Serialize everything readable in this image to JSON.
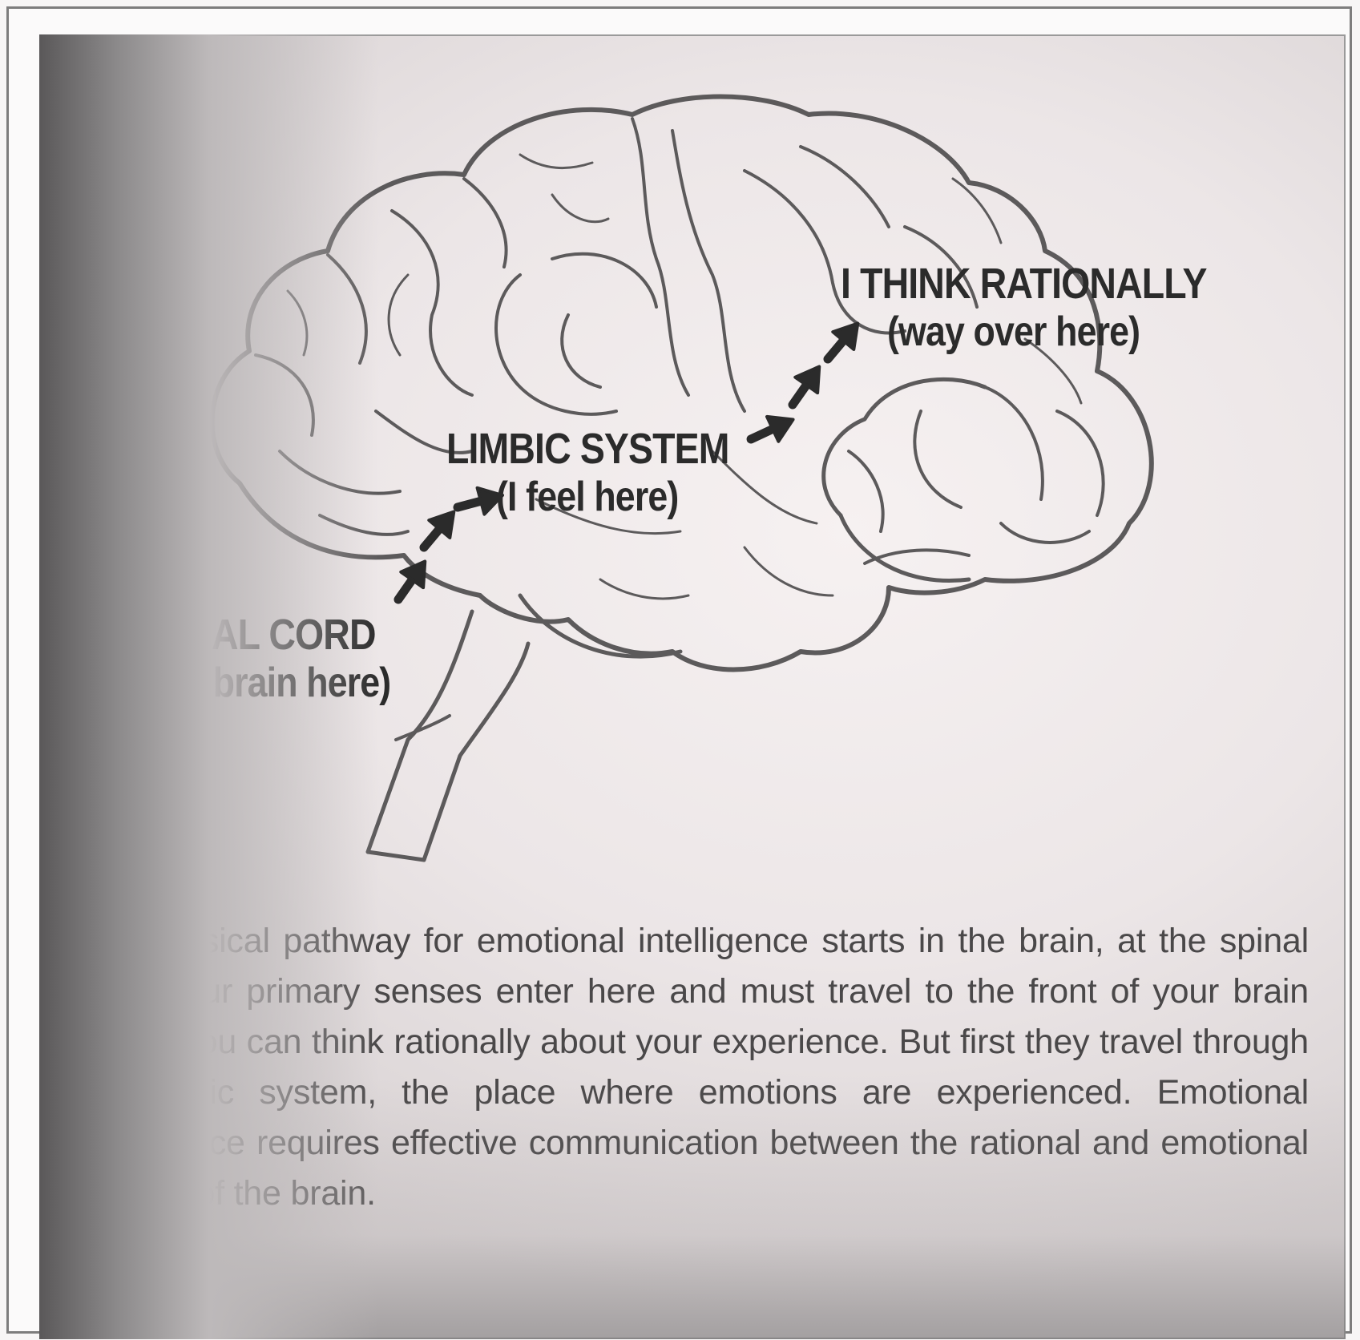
{
  "labels": {
    "spinal_cord": {
      "title": "SPINAL CORD",
      "sub": "(enters brain here)"
    },
    "limbic_system": {
      "title": "LIMBIC SYSTEM",
      "sub": "(I feel here)"
    },
    "rational": {
      "title": "I THINK RATIONALLY",
      "sub": "(way over here)"
    }
  },
  "caption": "The physical pathway for emotional intelligence starts in the brain, at the spinal cord. Your primary senses enter here and must travel to the front of your brain before you can think rationally about your experience. But first they travel through the limbic system, the place where emotions are experienced. Emotional intelligence requires effective communication between the rational and emotional centers of the brain.",
  "colors": {
    "ink": "#2b2b2b",
    "outline": "#5c5a5b",
    "paper": "#ece6e7"
  },
  "icons": [
    "arrow-icon"
  ]
}
